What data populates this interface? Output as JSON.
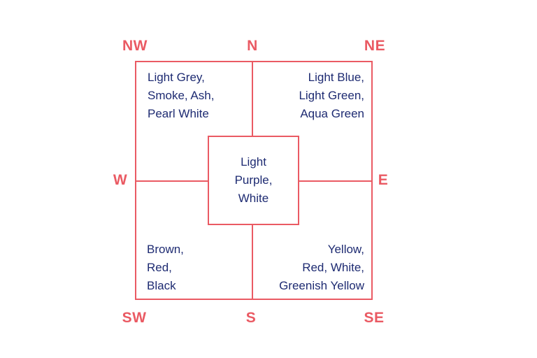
{
  "directions": {
    "nw": "NW",
    "n": "N",
    "ne": "NE",
    "w": "W",
    "e": "E",
    "sw": "SW",
    "s": "S",
    "se": "SE"
  },
  "zones": {
    "nw": [
      "Light Grey,",
      "Smoke, Ash,",
      "Pearl White"
    ],
    "ne": [
      "Light Blue,",
      "Light Green,",
      "Aqua Green"
    ],
    "center": [
      "Light",
      "Purple,",
      "White"
    ],
    "sw": [
      "Brown,",
      "Red,",
      "Black"
    ],
    "se": [
      "Yellow,",
      "Red, White,",
      "Greenish Yellow"
    ]
  },
  "colors": {
    "accent": "#ea5a63",
    "text": "#1e2b72"
  }
}
